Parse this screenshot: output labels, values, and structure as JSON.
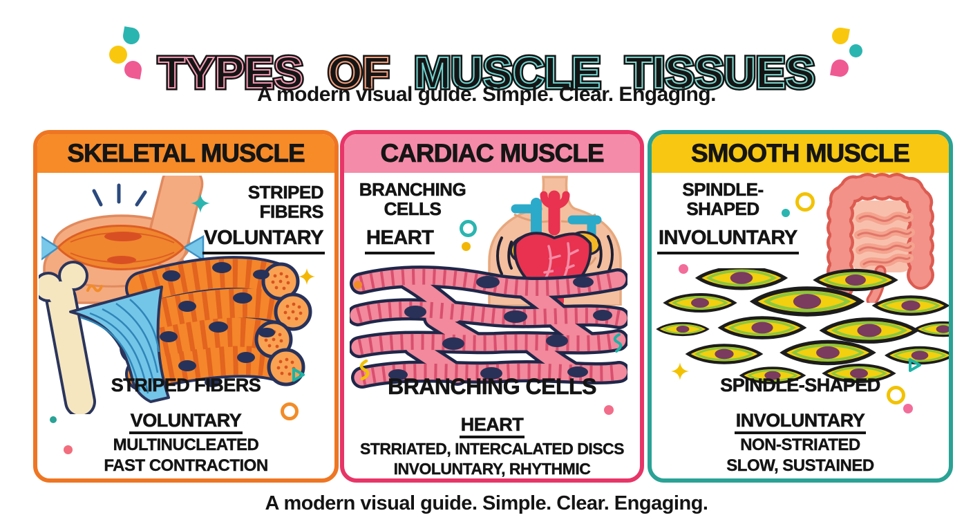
{
  "title": {
    "full": "TYPES OF MUSCLE TISSUES",
    "words": [
      {
        "text": "TYPES",
        "inline_color": "#f799b4"
      },
      {
        "text": "OF",
        "inline_color": "#f7a07c"
      },
      {
        "text": "MUSCLE",
        "inline_color": "#6fd6d2"
      },
      {
        "text": "TISSUES",
        "inline_color": "#7fd8cf"
      }
    ]
  },
  "subtitle": "A modern visual guide. Simple. Clear. Engaging.",
  "footer": "A modern visual guide. Simple. Clear. Engaging.",
  "panels": [
    {
      "title": "SKELETAL MUSCLE",
      "colors": {
        "border": "#ee7623",
        "header": "#f68b28"
      },
      "callout": {
        "line1": "STRIPED",
        "line2": "FIBERS",
        "keyword": "VOLUNTARY"
      },
      "facts": {
        "main": "STRIPED FIBERS",
        "keyword": "VOLUNTARY",
        "line3": "MULTINUCLEATED",
        "line4": "FAST CONTRACTION"
      },
      "illustrations": [
        "flexed-arm-bicep",
        "bone-tendon-fiber-bundle"
      ]
    },
    {
      "title": "CARDIAC MUSCLE",
      "colors": {
        "border": "#e73568",
        "header": "#f48ba8"
      },
      "callout": {
        "line1": "BRANCHING",
        "line2": "CELLS",
        "keyword": "HEART"
      },
      "facts": {
        "main": "BRANCHING CELLS",
        "keyword": "HEART",
        "line3": "STRRIATED, INTERCALATED DISCS",
        "line4": "INVOLUNTARY, RHYTHMIC"
      },
      "illustrations": [
        "chest-with-heart",
        "branching-cardiac-cells"
      ]
    },
    {
      "title": "SMOOTH MUSCLE",
      "colors": {
        "border": "#2aa295",
        "header": "#f7c711"
      },
      "callout": {
        "line1": "SPINDLE-",
        "line2": "SHAPED",
        "keyword": "INVOLUNTARY"
      },
      "facts": {
        "main": "SPINDLE-SHAPED",
        "keyword": "INVOLUNTARY",
        "line3": "NON-STRIATED",
        "line4": "SLOW, SUSTAINED"
      },
      "illustrations": [
        "large-intestine",
        "spindle-shaped-cells"
      ]
    }
  ],
  "icons": [
    "confetti-teardrop-icon",
    "confetti-dot-icon",
    "sparkle-icon",
    "squiggle-icon",
    "triangle-outline-icon",
    "ring-icon"
  ],
  "palette": {
    "teal": "#2bb5b0",
    "yellow": "#f9c80e",
    "pink": "#ef5a93",
    "orange": "#f28c28",
    "red_pink": "#e8325a",
    "text": "#141414",
    "skin": "#f4ab80",
    "muscle_orange": "#f0862d",
    "tendon_blue": "#74c6e9",
    "navy_outline": "#27325b",
    "cardiac_pink": "#f2899c",
    "intestine_salmon": "#f29289",
    "spindle_yellow": "#f2cf0f",
    "spindle_green": "#8cc63e",
    "nucleus_purple": "#7a3b5e"
  }
}
